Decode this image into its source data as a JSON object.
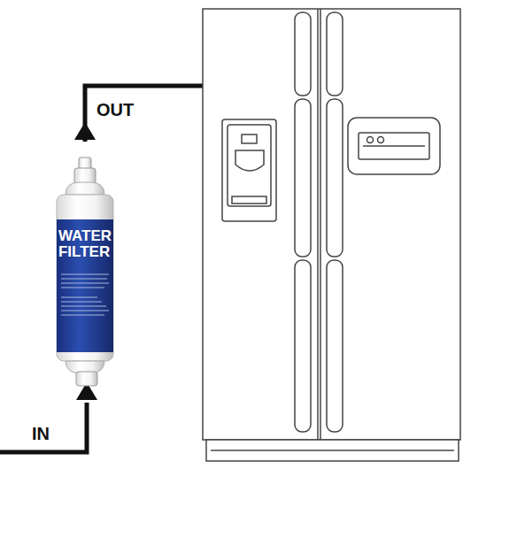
{
  "diagram": {
    "nodes": [
      {
        "text": [
          "WATER FILTER"
        ]
      }
    ],
    "labels": [
      "OUT",
      "IN"
    ]
  }
}
